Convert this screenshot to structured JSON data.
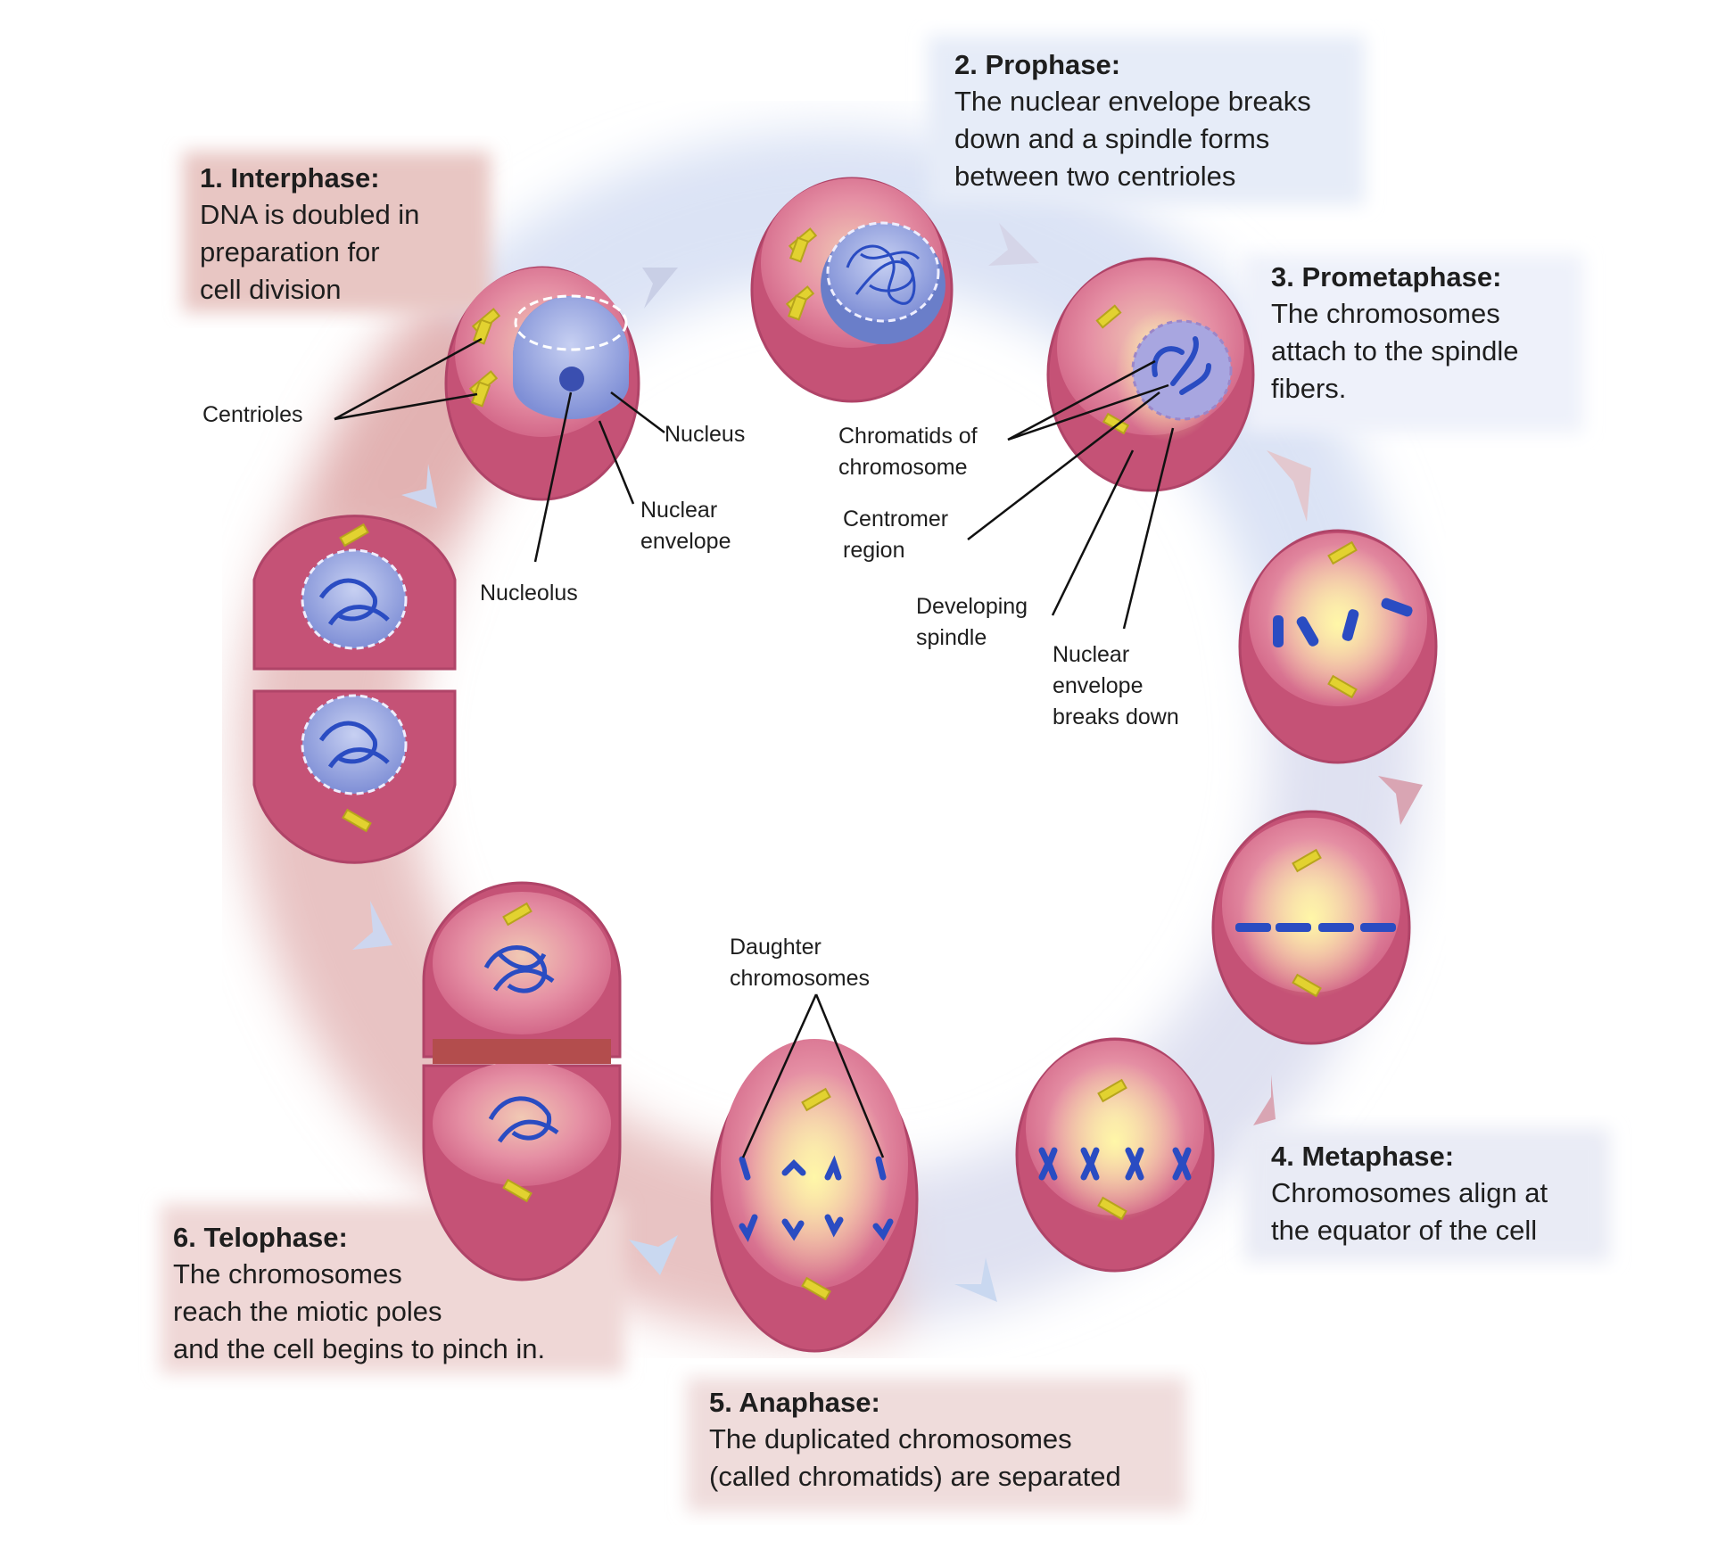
{
  "stages": [
    {
      "title": "1. Interphase:",
      "lines": [
        "DNA is doubled in",
        "preparation for",
        "cell division"
      ]
    },
    {
      "title": "2. Prophase:",
      "lines": [
        "The nuclear envelope breaks",
        "down and a spindle forms",
        "between two centrioles"
      ]
    },
    {
      "title": "3. Prometaphase:",
      "lines": [
        "The chromosomes",
        "attach to the spindle",
        "fibers."
      ]
    },
    {
      "title": "4. Metaphase:",
      "lines": [
        "Chromosomes align at",
        "the equator of the cell"
      ]
    },
    {
      "title": "5. Anaphase:",
      "lines": [
        "The duplicated chromosomes",
        "(called chromatids) are separated"
      ]
    },
    {
      "title": "6. Telophase:",
      "lines": [
        "The chromosomes",
        "reach the miotic poles",
        "and the cell begins to pinch in."
      ]
    }
  ],
  "labels": {
    "centrioles": [
      "Centrioles"
    ],
    "nucleus": [
      "Nucleus"
    ],
    "nuclear_envelope": [
      "Nuclear",
      "envelope"
    ],
    "nucleolus": [
      "Nucleolus"
    ],
    "chromatids": [
      "Chromatids of",
      "chromosome"
    ],
    "centromer": [
      "Centromer",
      "region"
    ],
    "developing_spindle": [
      "Developing",
      "spindle"
    ],
    "envelope_breaks": [
      "Nuclear",
      "envelope",
      "breaks down"
    ],
    "daughter": [
      "Daughter",
      "chromosomes"
    ]
  },
  "colors": {
    "cell_fill": "#c9587a",
    "cell_top": "#d77796",
    "nucleus_fill": "#8f9fde",
    "chromosome": "#2a4cc2",
    "centriole": "#e2d230",
    "spindle": "#f7e68a",
    "cycle_blue": "#d2dcf2",
    "cycle_rose": "#e4b7ba"
  }
}
